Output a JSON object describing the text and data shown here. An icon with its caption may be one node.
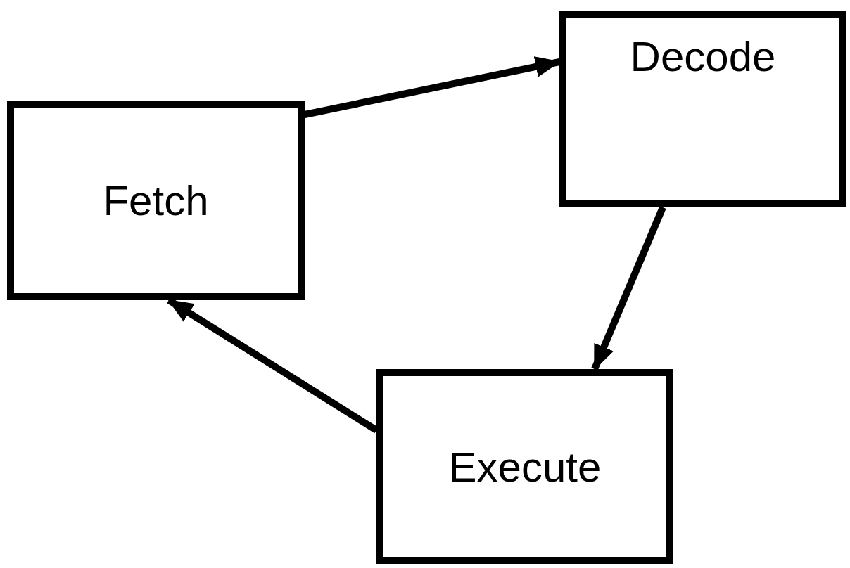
{
  "diagram": {
    "nodes": [
      {
        "text": [
          "Fetch"
        ]
      },
      {
        "text": [
          "Decode"
        ]
      },
      {
        "text": [
          "Execute"
        ]
      }
    ],
    "edges": [
      {
        "from": 0,
        "to": 1,
        "arrow": "to"
      },
      {
        "from": 1,
        "to": 2,
        "arrow": "to"
      },
      {
        "from": 2,
        "to": 0,
        "arrow": "to"
      }
    ]
  }
}
